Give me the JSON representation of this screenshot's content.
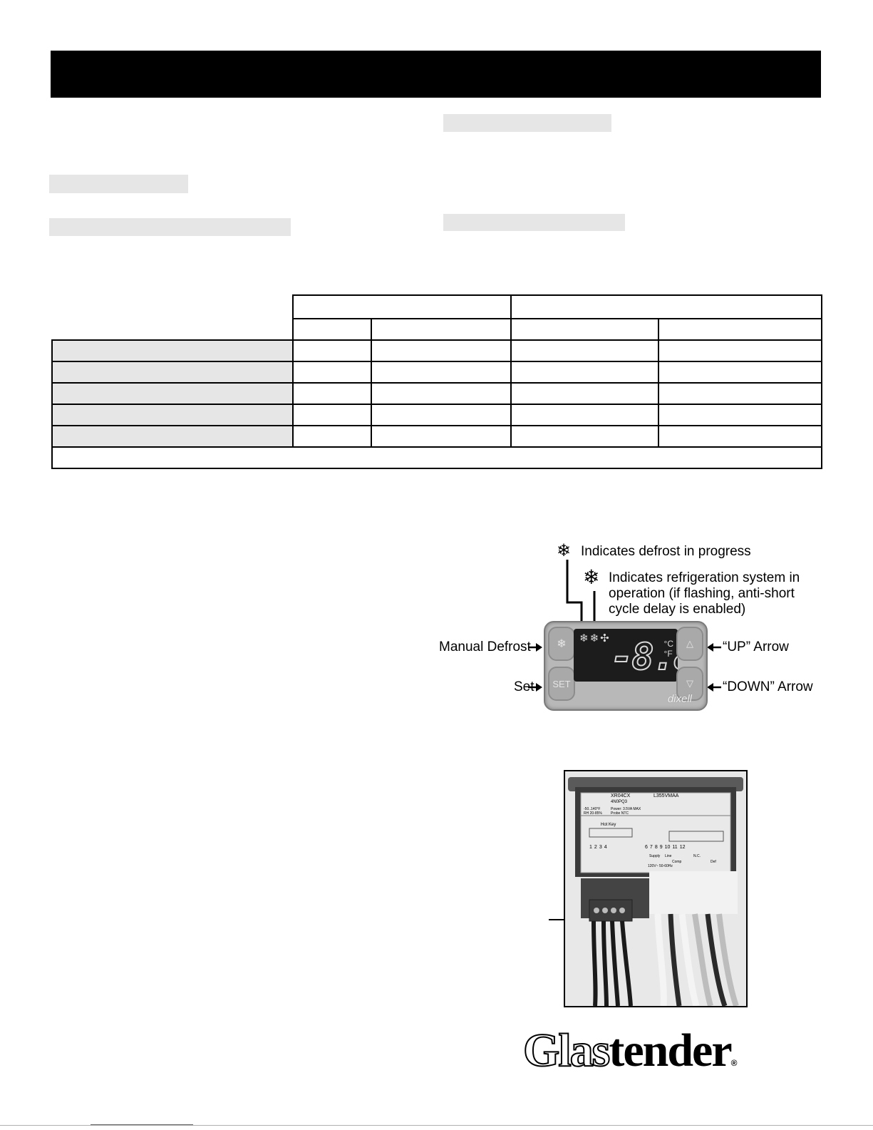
{
  "diagram": {
    "label_defrost_indicator": "Indicates defrost in progress",
    "label_refrigeration_line1": "Indicates refrigeration system in",
    "label_refrigeration_line2": "operation (if flashing, anti-short",
    "label_refrigeration_line3": "cycle delay is enabled)",
    "label_manual_defrost": "Manual Defrost",
    "label_set": "Set",
    "label_up": "“UP” Arrow",
    "label_down": "“DOWN” Arrow",
    "controller": {
      "readout": "-8.8",
      "set_button": "SET",
      "brand": "dixell",
      "unit_c": "°C",
      "unit_f": "°F"
    }
  },
  "photo": {
    "model": "XR04CX",
    "model_code": "4N0PQ3",
    "part_number": "L355VMAA",
    "range": "-50..140°F",
    "humidity": "RH 20-85%",
    "power": "Power: 3.5VA MAX",
    "probe": "Probe NTC",
    "hot_key": "Hot Key",
    "terminals": [
      "1",
      "2",
      "3",
      "4",
      "6",
      "7",
      "8",
      "9",
      "10",
      "11",
      "12"
    ],
    "supply": "Supply",
    "line": "Line",
    "comp": "Comp",
    "nc": "N.C.",
    "def": "Def",
    "voltage": "120V~ 50-60Hz"
  },
  "logo": {
    "outline_part": "Glas",
    "solid_part": "tender",
    "reg": "®"
  },
  "colors": {
    "title_bar": "#000000",
    "highlight": "#e6e6e6",
    "controller_body": "#b8b8b8",
    "controller_screen": "#1c1c1c"
  }
}
